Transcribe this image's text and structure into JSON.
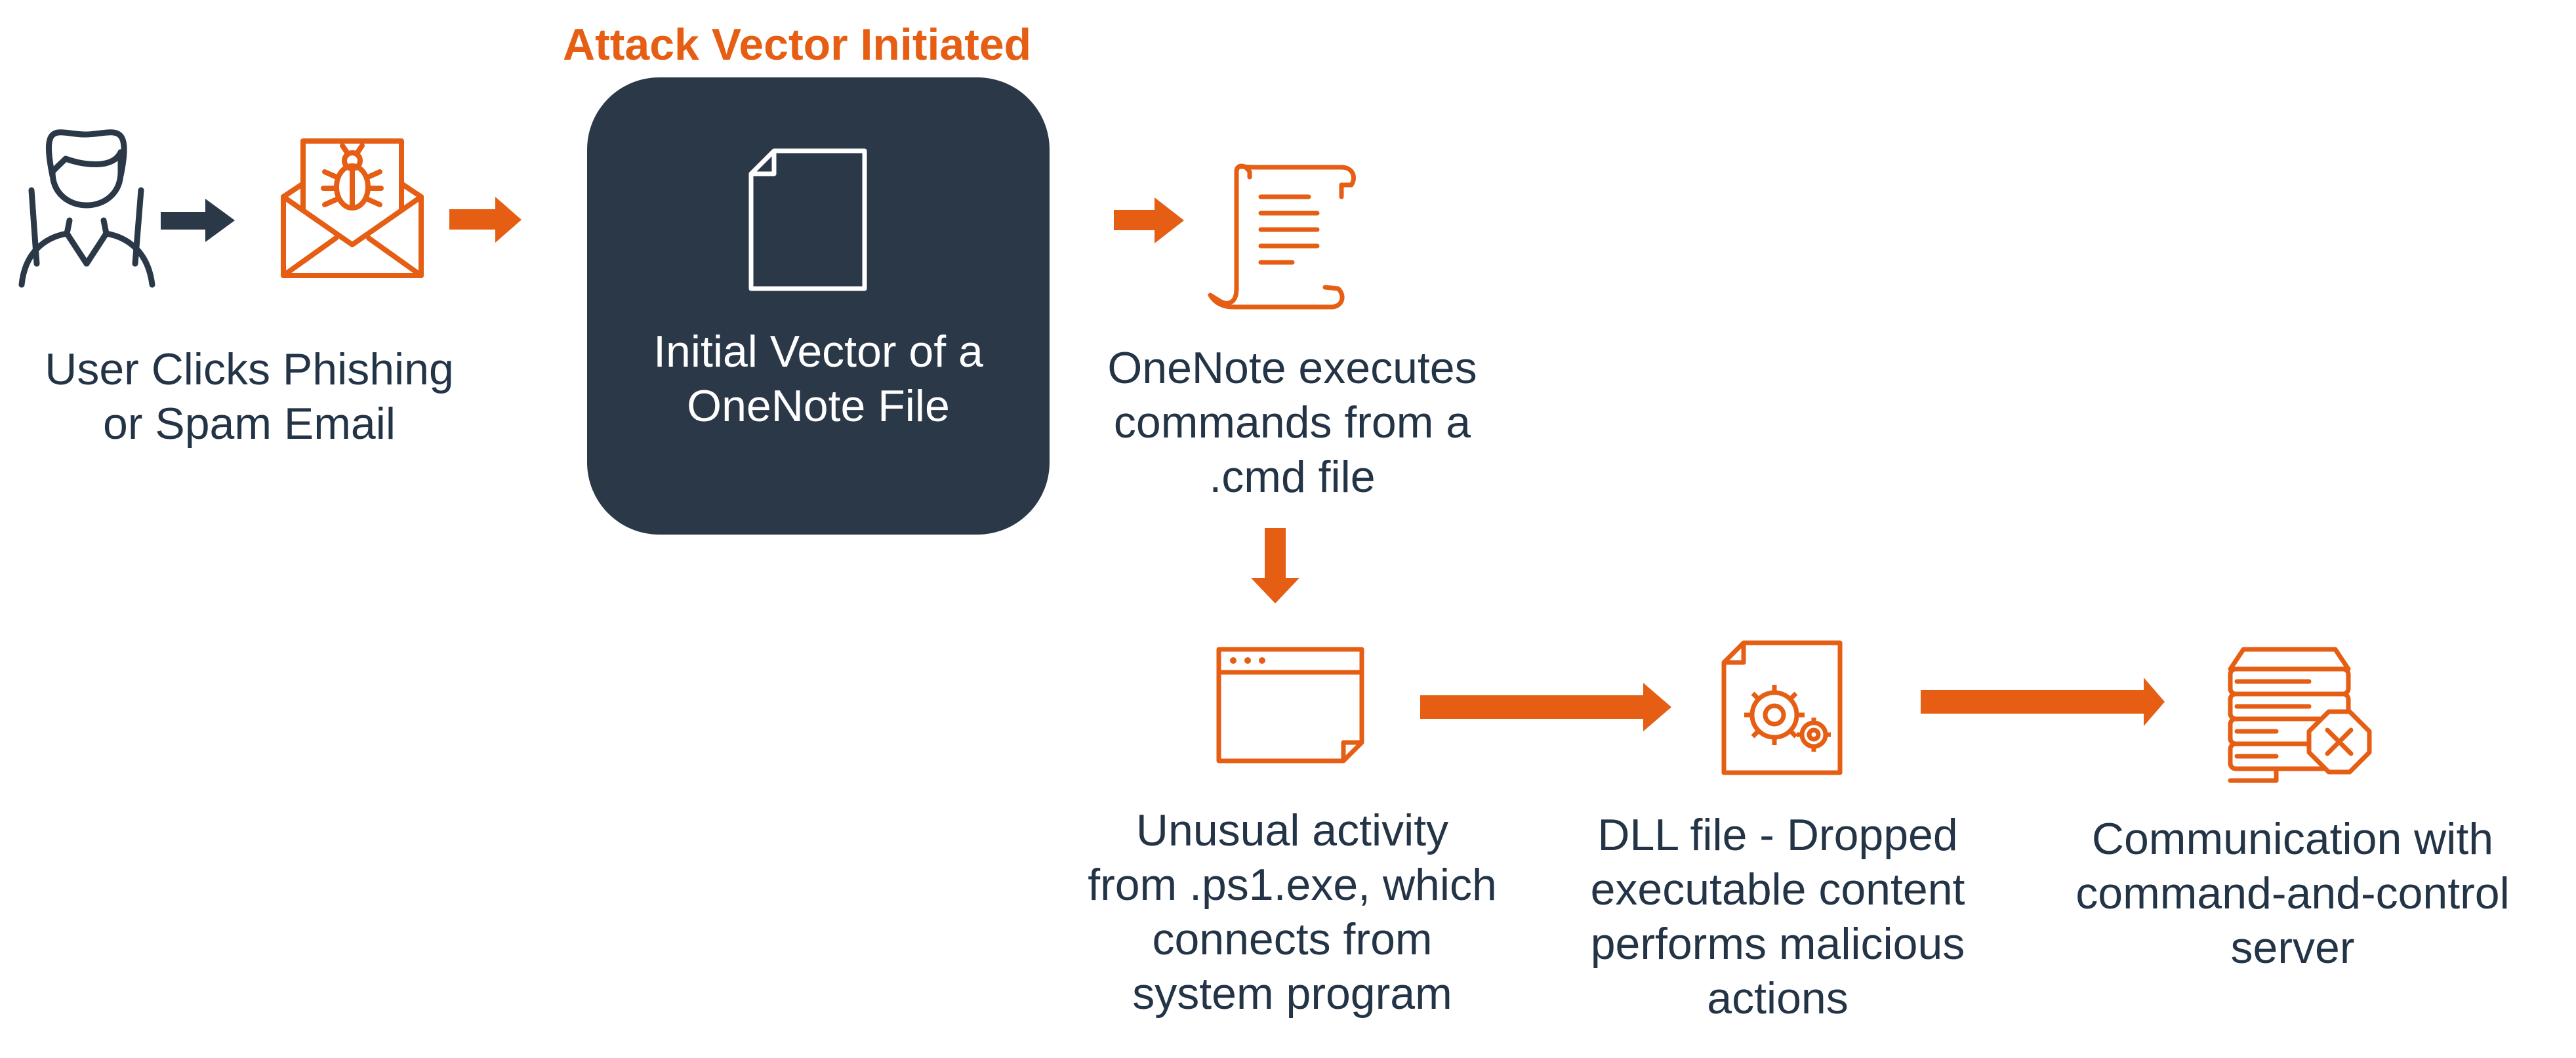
{
  "title": "Attack Vector Initiated",
  "colors": {
    "accent": "#e55e13",
    "dark": "#2b3848",
    "text": "#243447",
    "box_text": "#ffffff"
  },
  "steps": [
    {
      "lines": [
        "User Clicks Phishing",
        "or Spam Email"
      ],
      "icons": [
        "user-icon",
        "phishing-email-icon"
      ]
    },
    {
      "lines": [
        "Initial Vector of a",
        "OneNote File"
      ],
      "icons": [
        "document-icon"
      ]
    },
    {
      "lines": [
        "OneNote executes",
        "commands from a",
        ".cmd file"
      ],
      "icons": [
        "script-scroll-icon"
      ]
    },
    {
      "lines": [
        "Unusual activity",
        "from .ps1.exe, which",
        "connects from",
        "system program"
      ],
      "icons": [
        "program-window-icon"
      ]
    },
    {
      "lines": [
        "DLL file - Dropped",
        "executable content",
        "performs malicious",
        "actions"
      ],
      "icons": [
        "dll-gear-file-icon"
      ]
    },
    {
      "lines": [
        "Communication with",
        "command-and-control",
        "server"
      ],
      "icons": [
        "blocked-server-icon"
      ]
    }
  ]
}
